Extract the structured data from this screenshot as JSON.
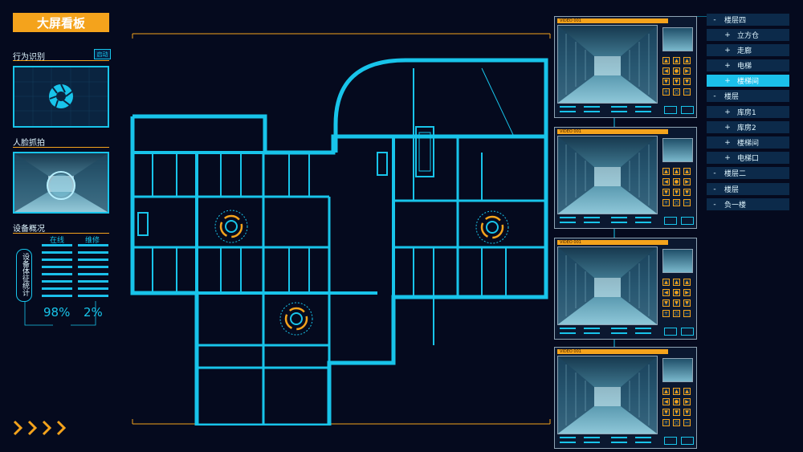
{
  "header": {
    "title": "大屏看板"
  },
  "behavior": {
    "label": "行为识别",
    "button": "启动"
  },
  "face": {
    "label": "人脸抓拍"
  },
  "devices": {
    "label": "设备概况",
    "online_label": "在线",
    "repair_label": "维修",
    "vertical_label": "设备体征统计",
    "online_value": "98%",
    "repair_value": "2%"
  },
  "cameras": [
    {
      "label": "VIDEO 001"
    },
    {
      "label": "VIDEO 001"
    },
    {
      "label": "VIDEO 001"
    },
    {
      "label": "VIDEO 001"
    }
  ],
  "tree": [
    {
      "sign": "-",
      "label": "楼层四",
      "level": 0,
      "active": false
    },
    {
      "sign": "+",
      "label": "立方仓",
      "level": 1,
      "active": false
    },
    {
      "sign": "+",
      "label": "走廊",
      "level": 1,
      "active": false
    },
    {
      "sign": "+",
      "label": "电梯",
      "level": 1,
      "active": false
    },
    {
      "sign": "+",
      "label": "楼梯间",
      "level": 1,
      "active": true
    },
    {
      "sign": "-",
      "label": "楼层",
      "level": 0,
      "active": false
    },
    {
      "sign": "+",
      "label": "库房1",
      "level": 1,
      "active": false
    },
    {
      "sign": "+",
      "label": "库房2",
      "level": 1,
      "active": false
    },
    {
      "sign": "+",
      "label": "楼梯间",
      "level": 1,
      "active": false
    },
    {
      "sign": "+",
      "label": "电梯口",
      "level": 1,
      "active": false
    },
    {
      "sign": "-",
      "label": "楼层二",
      "level": 0,
      "active": false
    },
    {
      "sign": "-",
      "label": "楼层",
      "level": 0,
      "active": false
    },
    {
      "sign": "-",
      "label": "负一楼",
      "level": 0,
      "active": false
    }
  ],
  "colors": {
    "accent": "#f4a31c",
    "cyan": "#18c4ea",
    "background": "#050a1e"
  },
  "icons": {
    "camera": "camera-shutter-icon",
    "nav": "chevron-right-icon"
  }
}
